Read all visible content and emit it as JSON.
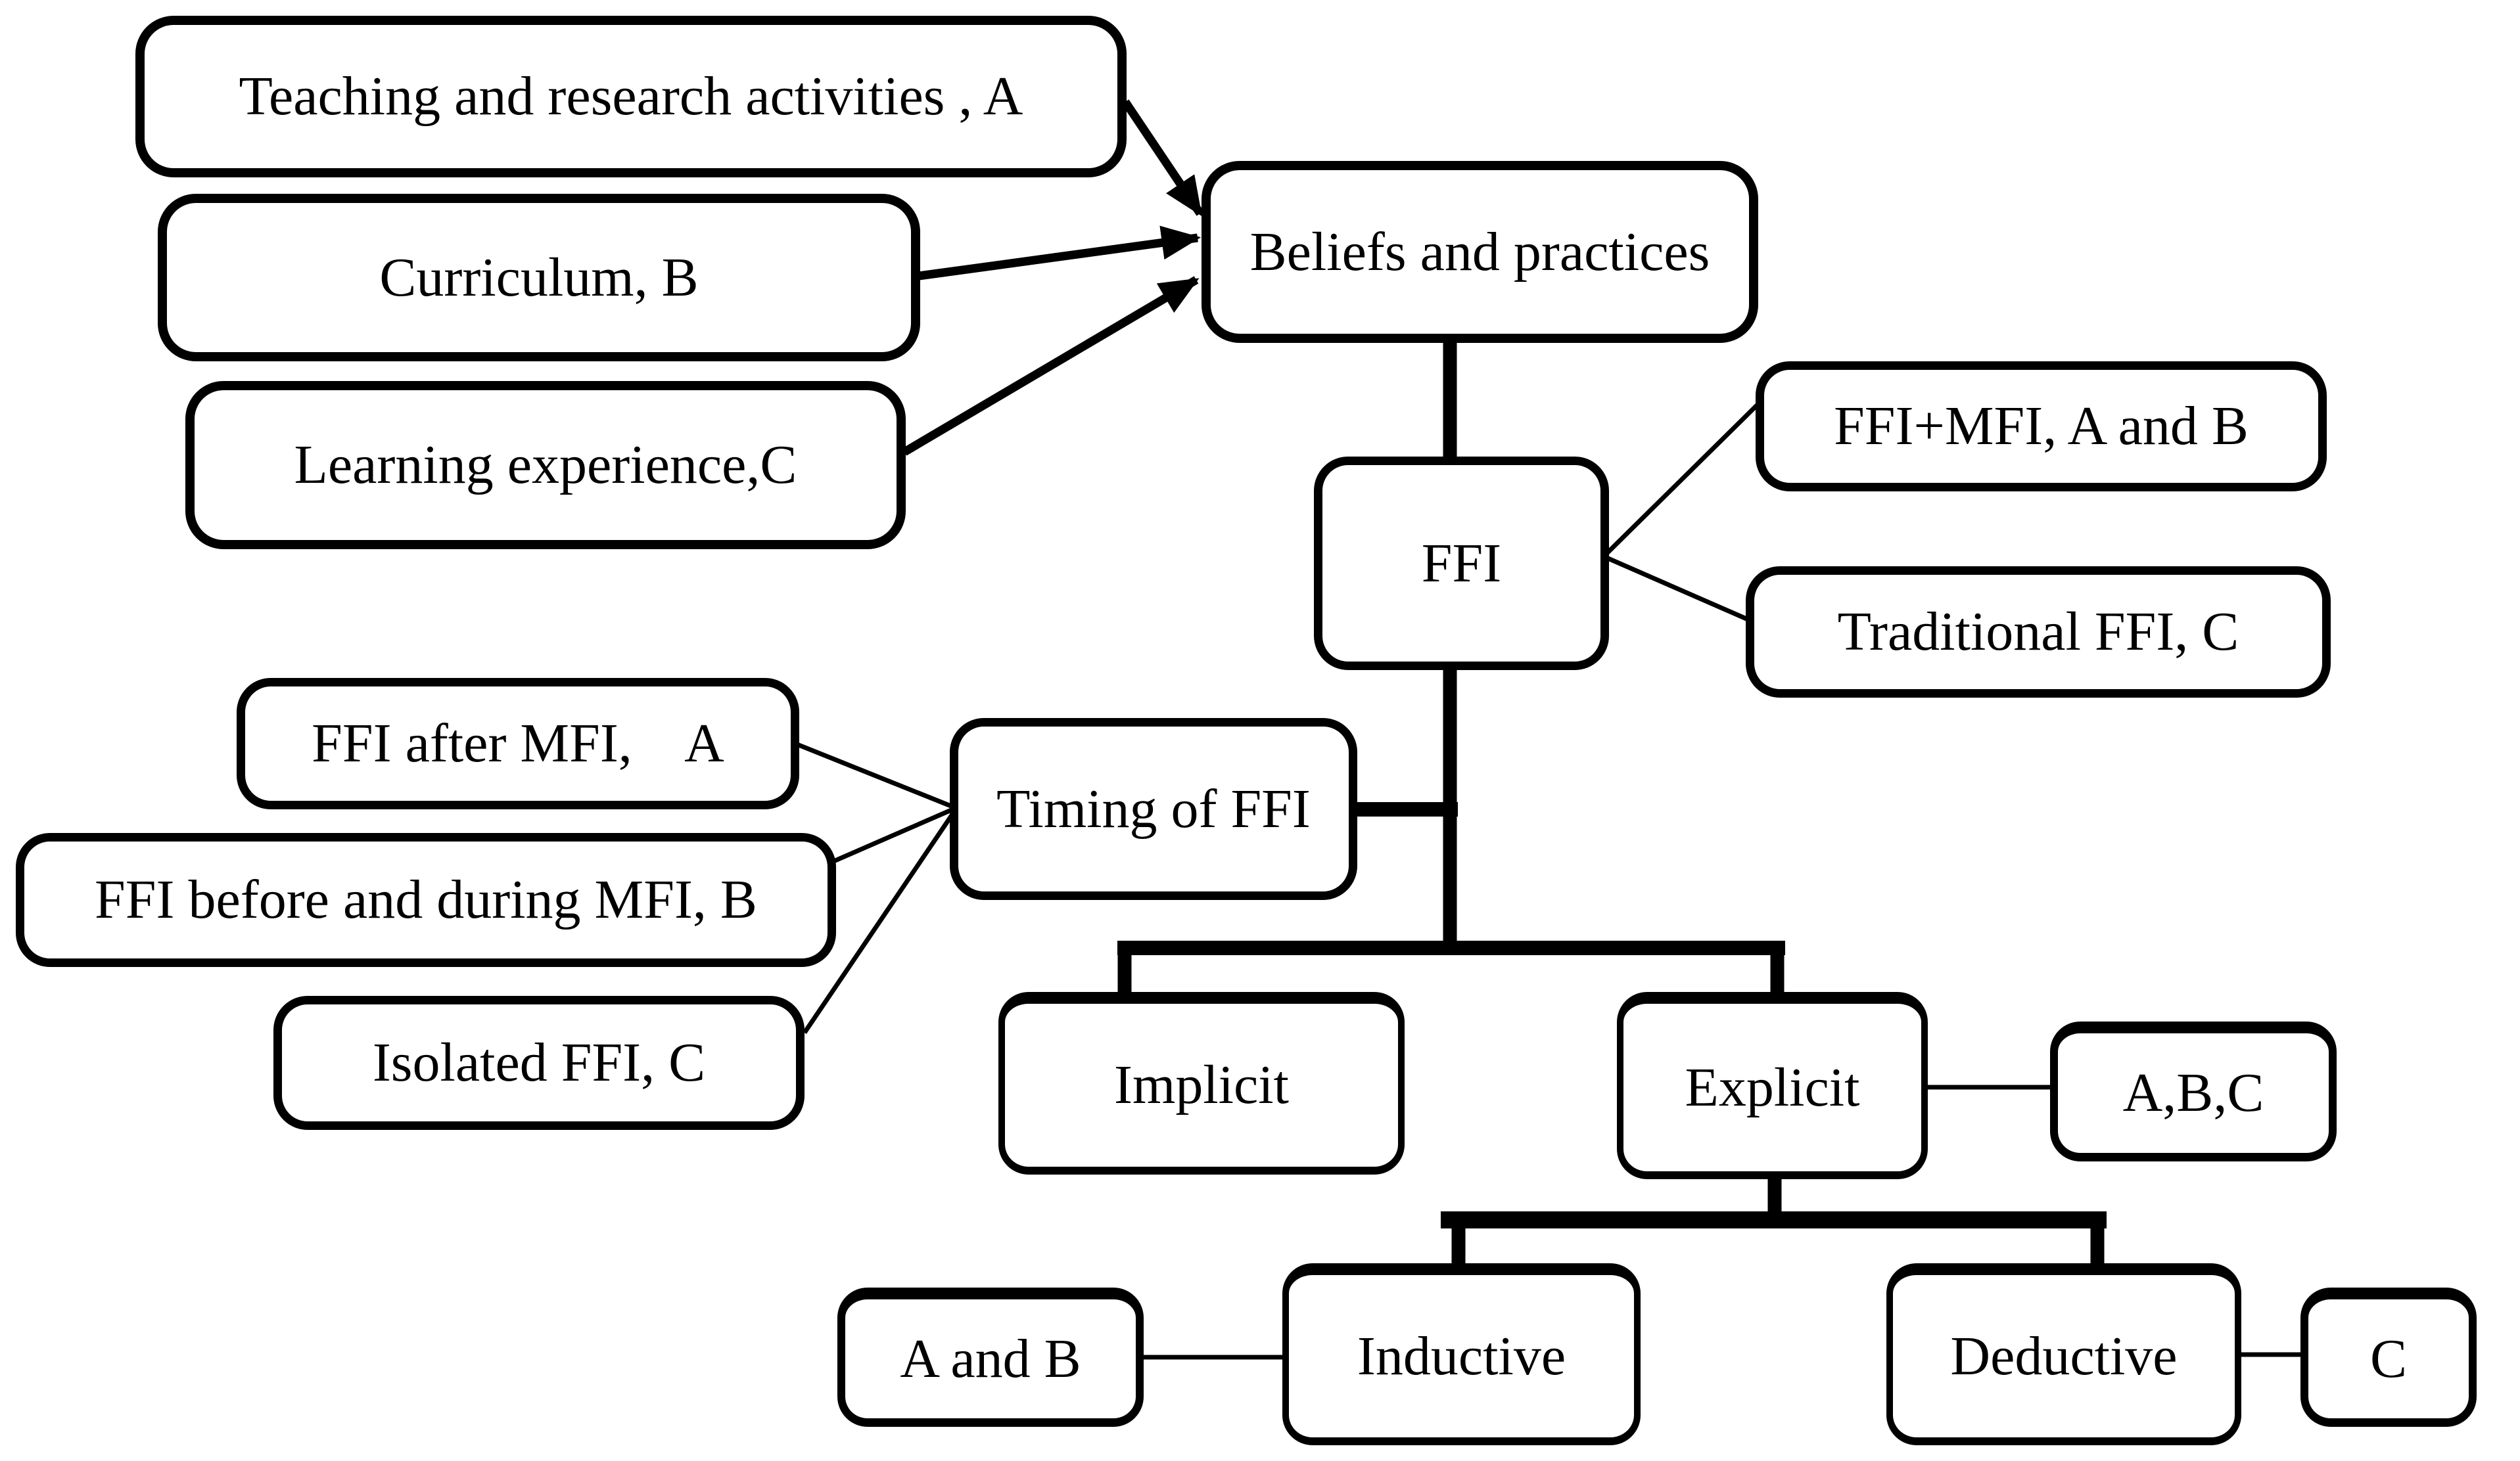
{
  "figure": {
    "background_color": "#ffffff",
    "line_color": "#000000",
    "type": "flow-diagram"
  },
  "diagram": {
    "nodes": {
      "box_a": {
        "label": "Teaching and research activities , A"
      },
      "box_b": {
        "label": "Curriculum, B"
      },
      "box_c": {
        "label": "Learning experience,C"
      },
      "beliefs": {
        "label": "Beliefs and practices"
      },
      "ffi": {
        "label": "FFI"
      },
      "ffi_mfi": {
        "label": "FFI+MFI, A and B"
      },
      "trad": {
        "label": "Traditional FFI, C"
      },
      "timing": {
        "label": "Timing of FFI"
      },
      "after": {
        "label": "FFI after MFI,    A"
      },
      "before": {
        "label": "FFI before and during MFI, B"
      },
      "isolated": {
        "label": "Isolated FFI, C"
      },
      "implicit": {
        "label": "Implicit"
      },
      "explicit": {
        "label": "Explicit"
      },
      "abc": {
        "label": "A,B,C"
      },
      "a_and_b": {
        "label": "A and B"
      },
      "inductive": {
        "label": "Inductive"
      },
      "deductive": {
        "label": "Deductive"
      },
      "c": {
        "label": "C"
      }
    },
    "edges": [
      {
        "from": "box_a",
        "to": "beliefs",
        "style": "arrow"
      },
      {
        "from": "box_b",
        "to": "beliefs",
        "style": "arrow"
      },
      {
        "from": "box_c",
        "to": "beliefs",
        "style": "arrow"
      },
      {
        "from": "beliefs",
        "to": "ffi",
        "style": "thick-line"
      },
      {
        "from": "ffi",
        "to": "ffi_mfi",
        "style": "thin-line"
      },
      {
        "from": "ffi",
        "to": "trad",
        "style": "thin-line"
      },
      {
        "from": "ffi",
        "to": "timing",
        "style": "thick-line"
      },
      {
        "from": "after",
        "to": "timing",
        "style": "thin-line"
      },
      {
        "from": "before",
        "to": "timing",
        "style": "thin-line"
      },
      {
        "from": "isolated",
        "to": "timing",
        "style": "thin-line"
      },
      {
        "from": "ffi",
        "to": "implicit",
        "style": "thick-tree"
      },
      {
        "from": "ffi",
        "to": "explicit",
        "style": "thick-tree"
      },
      {
        "from": "explicit",
        "to": "abc",
        "style": "thin-line"
      },
      {
        "from": "explicit",
        "to": "inductive",
        "style": "thick-tree"
      },
      {
        "from": "explicit",
        "to": "deductive",
        "style": "thick-tree"
      },
      {
        "from": "a_and_b",
        "to": "inductive",
        "style": "thin-line"
      },
      {
        "from": "deductive",
        "to": "c",
        "style": "thin-line"
      }
    ]
  }
}
